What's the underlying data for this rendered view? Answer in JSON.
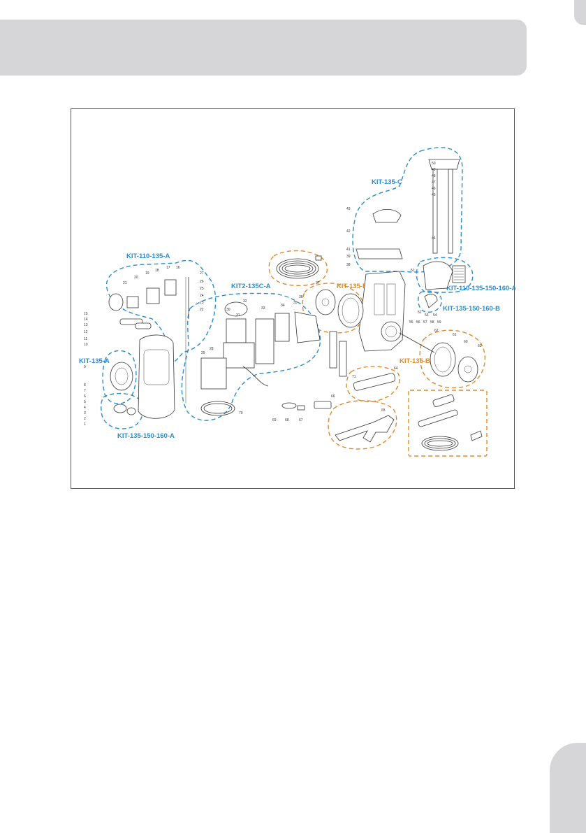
{
  "page": {
    "decor_color": "#d6d6d8"
  },
  "diagram": {
    "accent_blue": "#2a8ccc",
    "accent_orange": "#e08a2a",
    "kits": {
      "kit_135_c": "KIT-135-C",
      "kit_110_135_a": "KIT-110-135-A",
      "kit2_135c_a": "KIT2-135C-A",
      "kit_135_b_top": "KIT-135-B",
      "kit_135_b_bottom": "KIT-135-B",
      "kit_135_a": "KIT-135-A",
      "kit_135_150_160_a": "KIT-135-150-160-A",
      "kit_110_135_150_160_a": "KIT-110-135-150-160-A",
      "kit_135_150_160_b": "KIT-135-150-160-B"
    },
    "part_numbers": {
      "p50": "50",
      "p49": "49",
      "p48": "48",
      "p47": "47",
      "p46": "46",
      "p45": "45",
      "p44": "44",
      "p43": "43",
      "p42": "42",
      "p41": "41",
      "p39": "39",
      "p38": "38",
      "p37": "37",
      "p36": "36",
      "p35": "35",
      "p34": "34",
      "p33": "33",
      "p32": "32",
      "p31": "31",
      "p30": "30",
      "p29": "29",
      "p28": "28",
      "p27": "27",
      "p26": "26",
      "p25": "25",
      "p24": "24",
      "p23": "23",
      "p22": "22",
      "p21": "21",
      "p20": "20",
      "p19": "19",
      "p18": "18",
      "p17": "17",
      "p16": "16",
      "p15": "15",
      "p14": "14",
      "p13": "13",
      "p12": "12",
      "p11": "11",
      "p10": "10",
      "p9": "9",
      "p8": "8",
      "p7": "7",
      "p6": "6",
      "p5": "5",
      "p4": "4",
      "p3": "3",
      "p2": "2",
      "p1": "1",
      "p51": "51",
      "p52": "52",
      "p53": "53",
      "p54": "54",
      "p55": "55",
      "p56": "56",
      "p57": "57",
      "p58": "58",
      "p59": "59",
      "p60": "60",
      "p61": "61",
      "p62": "62",
      "p63": "63",
      "p64": "64",
      "p65": "65",
      "p66": "66",
      "p67": "67",
      "p68": "68",
      "p69": "69",
      "p70": "70",
      "p71": "71"
    }
  }
}
